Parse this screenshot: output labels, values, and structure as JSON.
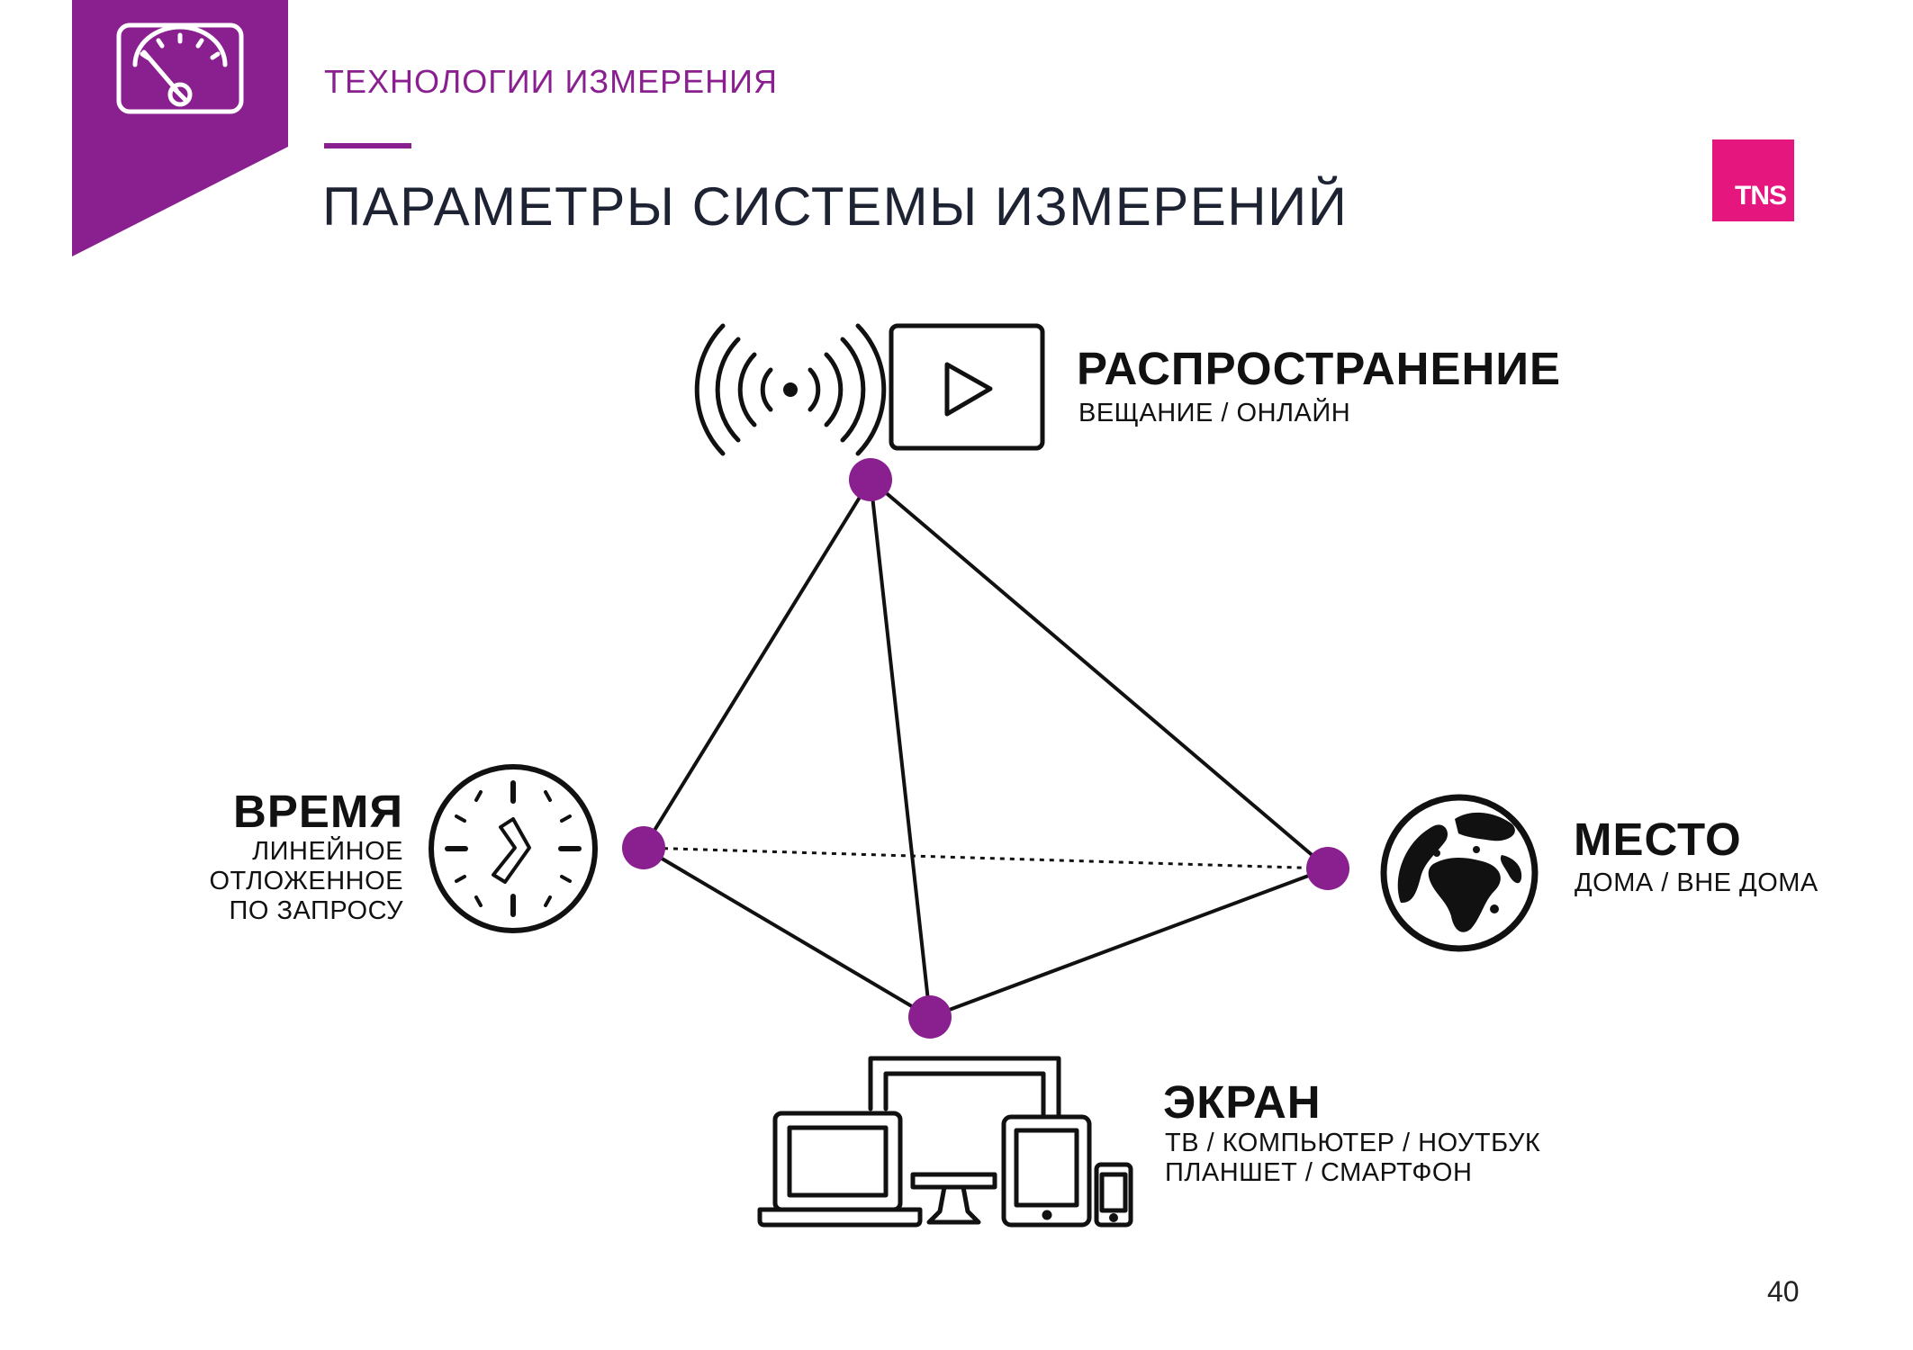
{
  "header": {
    "section_label": "ТЕХНОЛОГИИ ИЗМЕРЕНИЯ",
    "title": "ПАРАМЕТРЫ СИСТЕМЫ ИЗМЕРЕНИЙ",
    "logo_text": "TNS",
    "section_icon": "gauge-icon"
  },
  "nodes": {
    "distribution": {
      "title": "РАСПРОСТРАНЕНИЕ",
      "subtitle_lines": [
        "ВЕЩАНИЕ / ОНЛАЙН"
      ],
      "icons": [
        "broadcast-icon",
        "play-video-icon"
      ]
    },
    "time": {
      "title": "ВРЕМЯ",
      "subtitle_lines": [
        "ЛИНЕЙНОЕ",
        "ОТЛОЖЕННОЕ",
        "ПО ЗАПРОСУ"
      ],
      "icons": [
        "clock-icon"
      ]
    },
    "place": {
      "title": "МЕСТО",
      "subtitle_lines": [
        "ДОМА / ВНЕ ДОМА"
      ],
      "icons": [
        "globe-icon"
      ]
    },
    "screen": {
      "title": "ЭКРАН",
      "subtitle_lines": [
        "ТВ / КОМПЬЮТЕР / НОУТБУК",
        "ПЛАНШЕТ / СМАРТФОН"
      ],
      "icons": [
        "devices-icon"
      ]
    }
  },
  "edges": [
    {
      "from": "distribution",
      "to": "time",
      "style": "solid"
    },
    {
      "from": "distribution",
      "to": "screen",
      "style": "solid"
    },
    {
      "from": "distribution",
      "to": "place",
      "style": "solid"
    },
    {
      "from": "time",
      "to": "screen",
      "style": "solid"
    },
    {
      "from": "screen",
      "to": "place",
      "style": "solid"
    },
    {
      "from": "time",
      "to": "place",
      "style": "dashed"
    }
  ],
  "footer": {
    "page_number": "40"
  },
  "colors": {
    "accent": "#8a1f8f",
    "node": "#8a1f8f",
    "logo": "#e5177f",
    "title": "#1d2333"
  }
}
